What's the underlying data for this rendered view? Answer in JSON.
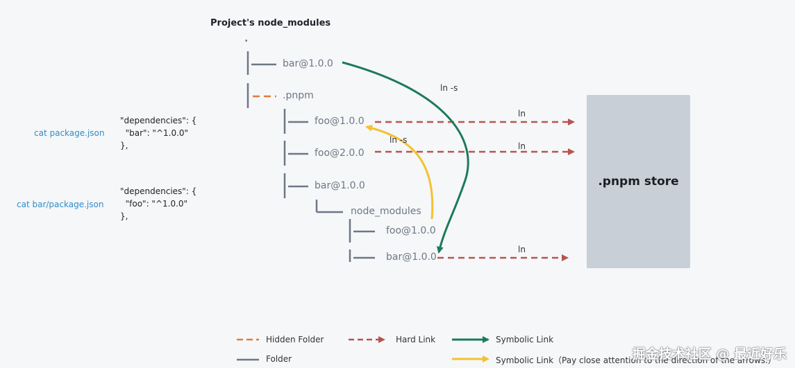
{
  "title": "Project's node_modules",
  "root": ".",
  "tree": {
    "bar_top": "bar@1.0.0",
    "pnpm": ".pnpm",
    "foo1": "foo@1.0.0",
    "foo2": "foo@2.0.0",
    "bar_in_pnpm": "bar@1.0.0",
    "node_modules": "node_modules",
    "foo_nested": "foo@1.0.0",
    "bar_nested": "bar@1.0.0"
  },
  "commands": {
    "pkg": "cat package.json",
    "bar_pkg": "cat bar/package.json"
  },
  "json1": "\"dependencies\": {\n  \"bar\": \"^1.0.0\"\n},",
  "json2": "\"dependencies\": {\n  \"foo\": \"^1.0.0\"\n},",
  "links": {
    "ln_s_green": "ln -s",
    "ln_s_yellow": "ln -s",
    "ln1": "ln",
    "ln2": "ln",
    "ln3": "ln"
  },
  "store": ".pnpm store",
  "legend": {
    "hidden_folder": "Hidden Folder",
    "hard_link": "Hard Link",
    "symbolic_link": "Symbolic Link",
    "folder": "Folder",
    "symbolic_link_2": "Symbolic Link（Pay close attention to the direction of the arrows.）"
  },
  "watermark": "掘金技术社区 @ 最近好乐",
  "colors": {
    "folder": "#6e7785",
    "hidden": "#e07b3c",
    "hard_link": "#b85450",
    "symbolic_green": "#1b7a5a",
    "symbolic_yellow": "#f2c230",
    "store_bg": "#c8cfd7"
  }
}
